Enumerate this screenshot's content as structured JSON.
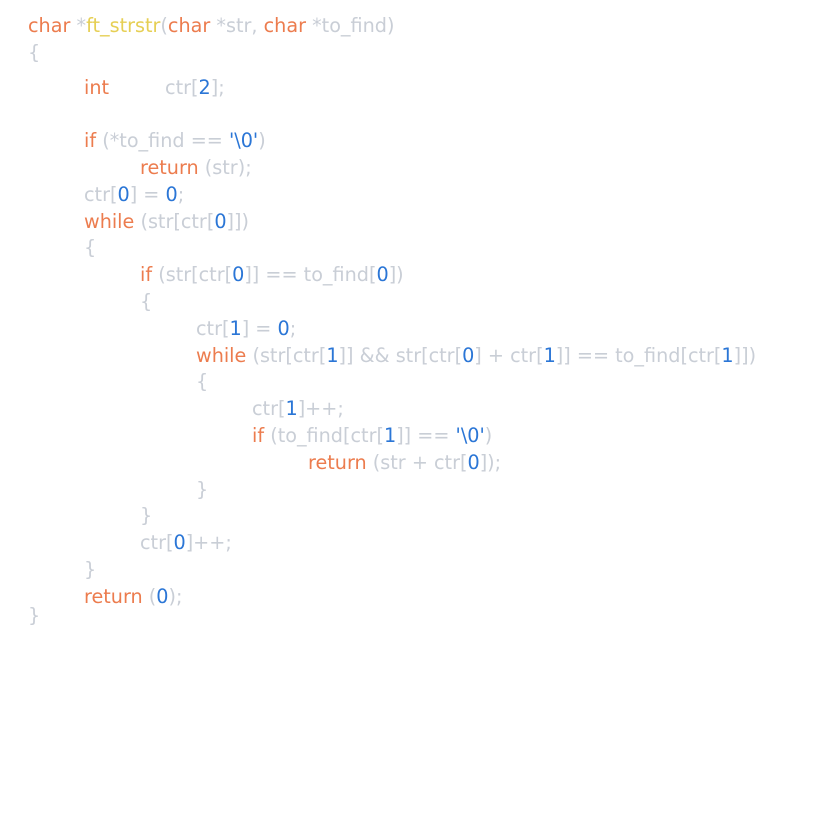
{
  "theme": {
    "background": "#ffffff",
    "keyword": "#ec7c4e",
    "function": "#e6cf54",
    "number": "#2b76d6",
    "string": "#2b76d6",
    "text": "#c9ced6"
  },
  "code": {
    "language": "c",
    "lines": [
      [
        [
          "kw",
          "char"
        ],
        [
          "ws",
          " "
        ],
        [
          "p",
          "*"
        ],
        [
          "fn",
          "ft_strstr"
        ],
        [
          "p",
          "("
        ],
        [
          "kw",
          "char"
        ],
        [
          "ws",
          " "
        ],
        [
          "p",
          "*"
        ],
        [
          "id",
          "str"
        ],
        [
          "p",
          ", "
        ],
        [
          "kw",
          "char"
        ],
        [
          "ws",
          " "
        ],
        [
          "p",
          "*"
        ],
        [
          "id",
          "to_find"
        ],
        [
          "p",
          ")"
        ]
      ],
      [
        [
          "p",
          "{"
        ]
      ],
      [
        [
          "ws",
          "\t"
        ],
        [
          "kw",
          "int"
        ],
        [
          "ws",
          "\t"
        ],
        [
          "id",
          "ctr"
        ],
        [
          "p",
          "["
        ],
        [
          "num",
          "2"
        ],
        [
          "p",
          "];"
        ]
      ],
      [],
      [
        [
          "ws",
          "\t"
        ],
        [
          "kw",
          "if"
        ],
        [
          "ws",
          " "
        ],
        [
          "p",
          "(*"
        ],
        [
          "id",
          "to_find"
        ],
        [
          "ws",
          " "
        ],
        [
          "p",
          "=="
        ],
        [
          "ws",
          " "
        ],
        [
          "str",
          "'\\0'"
        ],
        [
          "p",
          ")"
        ]
      ],
      [
        [
          "ws",
          "\t\t"
        ],
        [
          "kw",
          "return"
        ],
        [
          "ws",
          " "
        ],
        [
          "p",
          "("
        ],
        [
          "id",
          "str"
        ],
        [
          "p",
          ");"
        ]
      ],
      [
        [
          "ws",
          "\t"
        ],
        [
          "id",
          "ctr"
        ],
        [
          "p",
          "["
        ],
        [
          "num",
          "0"
        ],
        [
          "p",
          "]"
        ],
        [
          "ws",
          " "
        ],
        [
          "p",
          "="
        ],
        [
          "ws",
          " "
        ],
        [
          "num",
          "0"
        ],
        [
          "p",
          ";"
        ]
      ],
      [
        [
          "ws",
          "\t"
        ],
        [
          "kw",
          "while"
        ],
        [
          "ws",
          " "
        ],
        [
          "p",
          "("
        ],
        [
          "id",
          "str"
        ],
        [
          "p",
          "["
        ],
        [
          "id",
          "ctr"
        ],
        [
          "p",
          "["
        ],
        [
          "num",
          "0"
        ],
        [
          "p",
          "]])"
        ]
      ],
      [
        [
          "ws",
          "\t"
        ],
        [
          "p",
          "{"
        ]
      ],
      [
        [
          "ws",
          "\t\t"
        ],
        [
          "kw",
          "if"
        ],
        [
          "ws",
          " "
        ],
        [
          "p",
          "("
        ],
        [
          "id",
          "str"
        ],
        [
          "p",
          "["
        ],
        [
          "id",
          "ctr"
        ],
        [
          "p",
          "["
        ],
        [
          "num",
          "0"
        ],
        [
          "p",
          "]]"
        ],
        [
          "ws",
          " "
        ],
        [
          "p",
          "=="
        ],
        [
          "ws",
          " "
        ],
        [
          "id",
          "to_find"
        ],
        [
          "p",
          "["
        ],
        [
          "num",
          "0"
        ],
        [
          "p",
          "])"
        ]
      ],
      [
        [
          "ws",
          "\t\t"
        ],
        [
          "p",
          "{"
        ]
      ],
      [
        [
          "ws",
          "\t\t\t"
        ],
        [
          "id",
          "ctr"
        ],
        [
          "p",
          "["
        ],
        [
          "num",
          "1"
        ],
        [
          "p",
          "]"
        ],
        [
          "ws",
          " "
        ],
        [
          "p",
          "="
        ],
        [
          "ws",
          " "
        ],
        [
          "num",
          "0"
        ],
        [
          "p",
          ";"
        ]
      ],
      [
        [
          "ws",
          "\t\t\t"
        ],
        [
          "kw",
          "while"
        ],
        [
          "ws",
          " "
        ],
        [
          "p",
          "("
        ],
        [
          "id",
          "str"
        ],
        [
          "p",
          "["
        ],
        [
          "id",
          "ctr"
        ],
        [
          "p",
          "["
        ],
        [
          "num",
          "1"
        ],
        [
          "p",
          "]]"
        ],
        [
          "ws",
          " "
        ],
        [
          "p",
          "&&"
        ],
        [
          "ws",
          " "
        ],
        [
          "id",
          "str"
        ],
        [
          "p",
          "["
        ],
        [
          "id",
          "ctr"
        ],
        [
          "p",
          "["
        ],
        [
          "num",
          "0"
        ],
        [
          "p",
          "]"
        ],
        [
          "ws",
          " "
        ],
        [
          "p",
          "+"
        ],
        [
          "ws",
          " "
        ],
        [
          "id",
          "ctr"
        ],
        [
          "p",
          "["
        ],
        [
          "num",
          "1"
        ],
        [
          "p",
          "]]"
        ],
        [
          "ws",
          " "
        ],
        [
          "p",
          "=="
        ],
        [
          "ws",
          " "
        ],
        [
          "id",
          "to_find"
        ],
        [
          "p",
          "["
        ],
        [
          "id",
          "ctr"
        ],
        [
          "p",
          "["
        ],
        [
          "num",
          "1"
        ],
        [
          "p",
          "]])"
        ]
      ],
      [
        [
          "ws",
          "\t\t\t"
        ],
        [
          "p",
          "{"
        ]
      ],
      [
        [
          "ws",
          "\t\t\t\t"
        ],
        [
          "id",
          "ctr"
        ],
        [
          "p",
          "["
        ],
        [
          "num",
          "1"
        ],
        [
          "p",
          "]++;"
        ]
      ],
      [
        [
          "ws",
          "\t\t\t\t"
        ],
        [
          "kw",
          "if"
        ],
        [
          "ws",
          " "
        ],
        [
          "p",
          "("
        ],
        [
          "id",
          "to_find"
        ],
        [
          "p",
          "["
        ],
        [
          "id",
          "ctr"
        ],
        [
          "p",
          "["
        ],
        [
          "num",
          "1"
        ],
        [
          "p",
          "]]"
        ],
        [
          "ws",
          " "
        ],
        [
          "p",
          "=="
        ],
        [
          "ws",
          " "
        ],
        [
          "str",
          "'\\0'"
        ],
        [
          "p",
          ")"
        ]
      ],
      [
        [
          "ws",
          "\t\t\t\t\t"
        ],
        [
          "kw",
          "return"
        ],
        [
          "ws",
          " "
        ],
        [
          "p",
          "("
        ],
        [
          "id",
          "str"
        ],
        [
          "ws",
          " "
        ],
        [
          "p",
          "+"
        ],
        [
          "ws",
          " "
        ],
        [
          "id",
          "ctr"
        ],
        [
          "p",
          "["
        ],
        [
          "num",
          "0"
        ],
        [
          "p",
          "]);"
        ]
      ],
      [
        [
          "ws",
          "\t\t\t"
        ],
        [
          "p",
          "}"
        ]
      ],
      [
        [
          "ws",
          "\t\t"
        ],
        [
          "p",
          "}"
        ]
      ],
      [
        [
          "ws",
          "\t\t"
        ],
        [
          "id",
          "ctr"
        ],
        [
          "p",
          "["
        ],
        [
          "num",
          "0"
        ],
        [
          "p",
          "]++;"
        ]
      ],
      [
        [
          "ws",
          "\t"
        ],
        [
          "p",
          "}"
        ]
      ],
      [
        [
          "ws",
          "\t"
        ],
        [
          "kw",
          "return"
        ],
        [
          "ws",
          " "
        ],
        [
          "p",
          "("
        ],
        [
          "num",
          "0"
        ],
        [
          "p",
          ");"
        ]
      ],
      [
        [
          "p",
          "}"
        ]
      ]
    ]
  }
}
